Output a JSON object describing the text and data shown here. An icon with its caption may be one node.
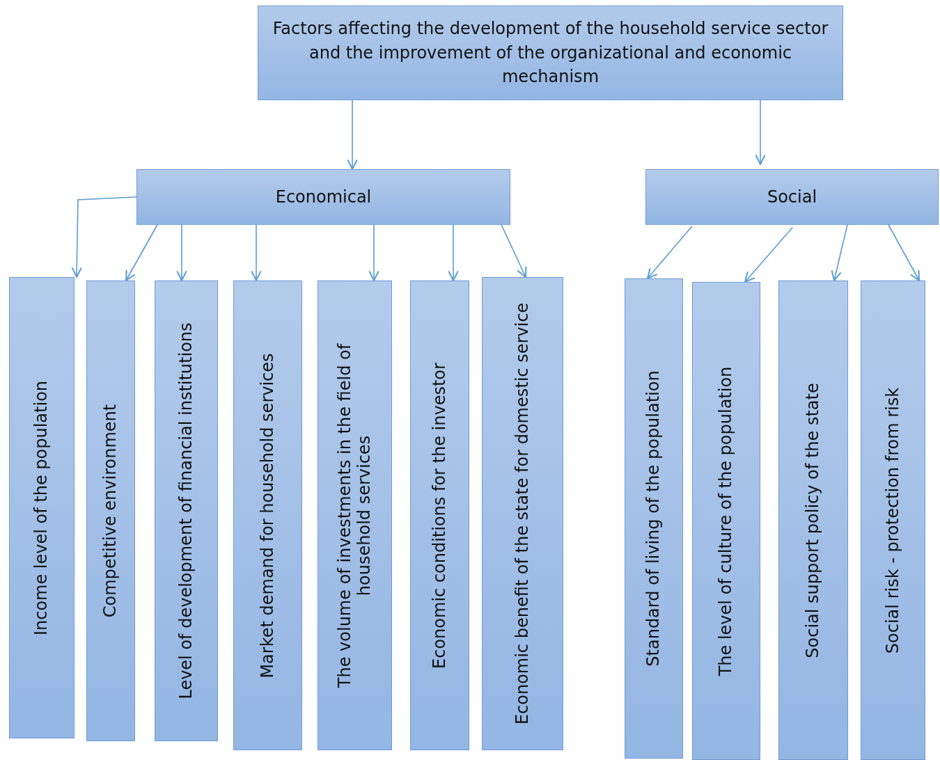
{
  "diagram": {
    "nodes": [
      {
        "text": [
          "Factors affecting the development of the household service sector and the improvement of the organizational and economic mechanism"
        ]
      },
      {
        "text": [
          "Economical"
        ]
      },
      {
        "text": [
          "Social"
        ]
      },
      {
        "text": [
          "Income level of the population"
        ]
      },
      {
        "text": [
          "Competitive environment"
        ]
      },
      {
        "text": [
          "Level of development of financial institutions"
        ]
      },
      {
        "text": [
          "Market demand for household services"
        ]
      },
      {
        "text": [
          "The volume of investments in the field of household services"
        ]
      },
      {
        "text": [
          "Economic conditions for the investor"
        ]
      },
      {
        "text": [
          "Economic benefit of the state for domestic service"
        ]
      },
      {
        "text": [
          "Standard of living of the population"
        ]
      },
      {
        "text": [
          "The level of culture of the population"
        ]
      },
      {
        "text": [
          "Social support policy of the state"
        ]
      },
      {
        "text": [
          "Social risk - protection from risk"
        ]
      }
    ],
    "edges": [
      {
        "from": 0,
        "to": 1,
        "arrow": "to"
      },
      {
        "from": 0,
        "to": 2,
        "arrow": "to"
      },
      {
        "from": 1,
        "to": 3,
        "arrow": "to"
      },
      {
        "from": 1,
        "to": 4,
        "arrow": "to"
      },
      {
        "from": 1,
        "to": 5,
        "arrow": "to"
      },
      {
        "from": 1,
        "to": 6,
        "arrow": "to"
      },
      {
        "from": 1,
        "to": 7,
        "arrow": "to"
      },
      {
        "from": 1,
        "to": 8,
        "arrow": "to"
      },
      {
        "from": 1,
        "to": 9,
        "arrow": "to"
      },
      {
        "from": 2,
        "to": 10,
        "arrow": "to"
      },
      {
        "from": 2,
        "to": 11,
        "arrow": "to"
      },
      {
        "from": 2,
        "to": 12,
        "arrow": "to"
      },
      {
        "from": 2,
        "to": 13,
        "arrow": "to"
      }
    ]
  }
}
